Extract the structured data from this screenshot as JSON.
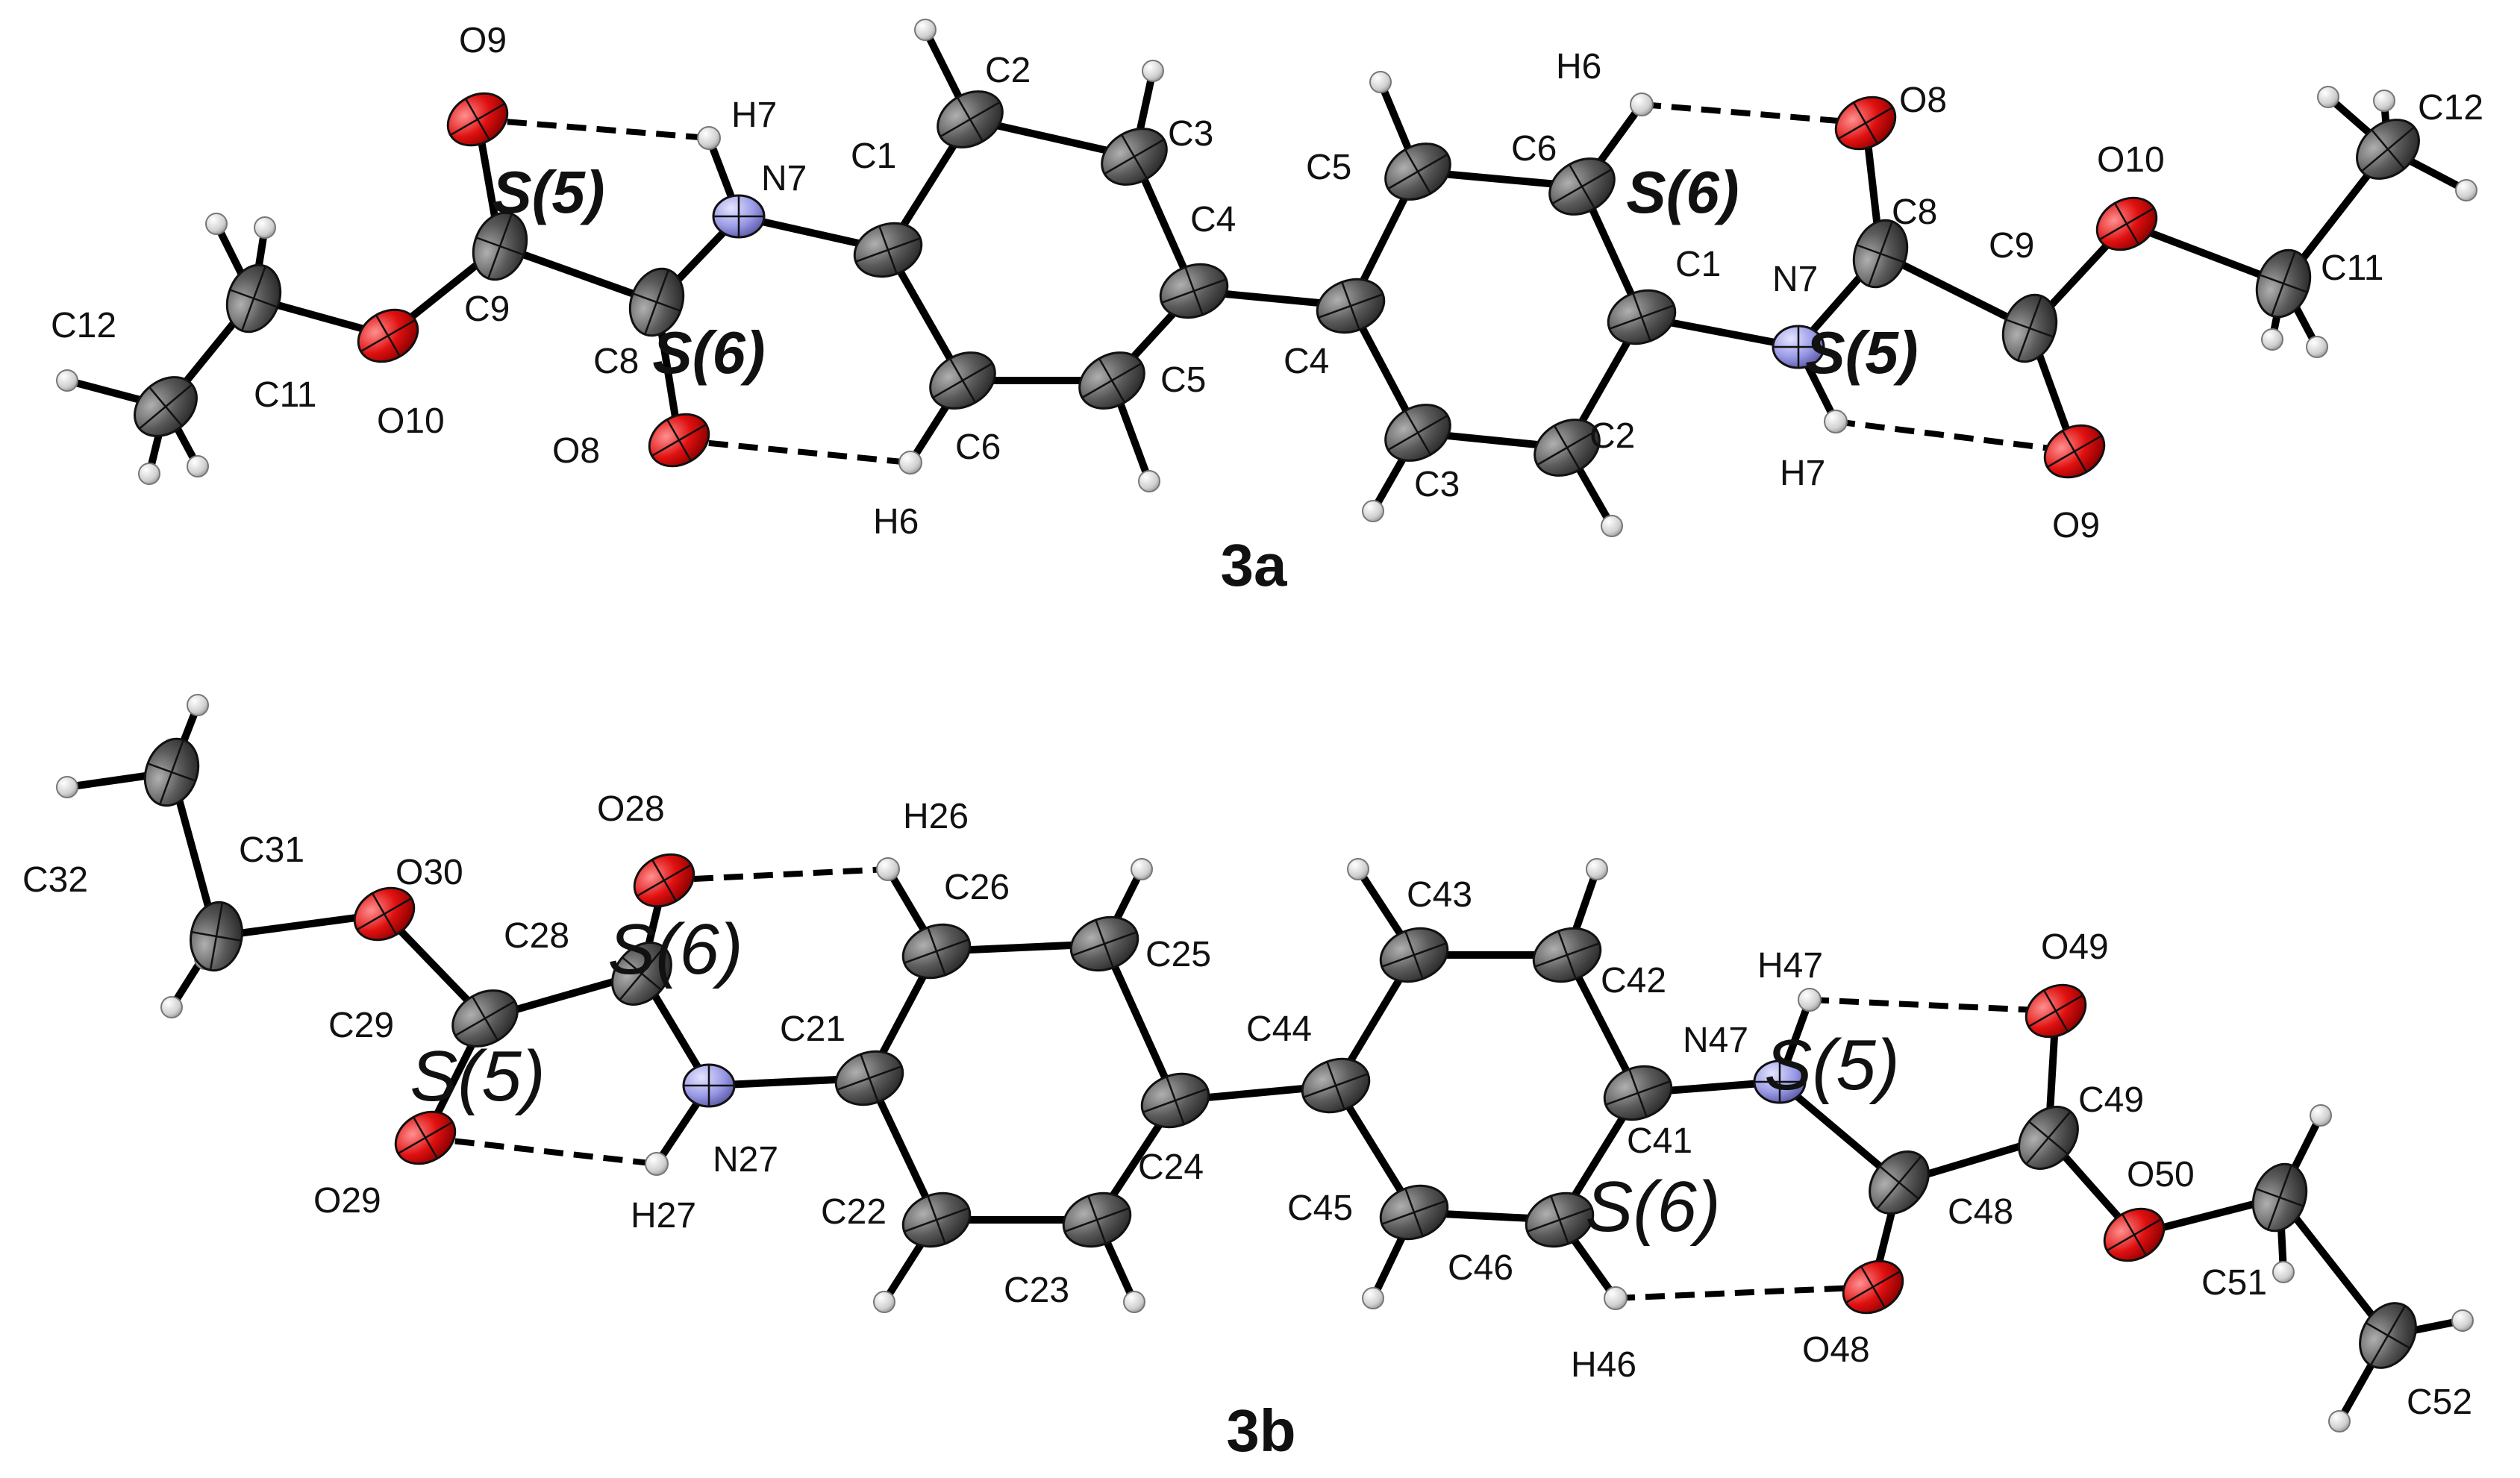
{
  "figure": {
    "structures": [
      {
        "label": "3a",
        "atoms": [
          {
            "id": "a_C12L",
            "el": "C",
            "label": "C12"
          },
          {
            "id": "a_C11L",
            "el": "C",
            "label": "C11"
          },
          {
            "id": "a_O10L",
            "el": "O",
            "label": "O10"
          },
          {
            "id": "a_C9L",
            "el": "C",
            "label": "C9"
          },
          {
            "id": "a_O9L",
            "el": "O",
            "label": "O9"
          },
          {
            "id": "a_C8L",
            "el": "C",
            "label": "C8"
          },
          {
            "id": "a_O8L",
            "el": "O",
            "label": "O8"
          },
          {
            "id": "a_N7L",
            "el": "N",
            "label": "N7"
          },
          {
            "id": "a_H7L",
            "el": "H",
            "label": "H7"
          },
          {
            "id": "a_C1L",
            "el": "C",
            "label": "C1"
          },
          {
            "id": "a_C2L",
            "el": "C",
            "label": "C2"
          },
          {
            "id": "a_C3L",
            "el": "C",
            "label": "C3"
          },
          {
            "id": "a_C4L",
            "el": "C",
            "label": "C4"
          },
          {
            "id": "a_C5L",
            "el": "C",
            "label": "C5"
          },
          {
            "id": "a_C6L",
            "el": "C",
            "label": "C6"
          },
          {
            "id": "a_H6L",
            "el": "H",
            "label": "H6"
          },
          {
            "id": "a_C4R",
            "el": "C",
            "label": "C4"
          },
          {
            "id": "a_C5R",
            "el": "C",
            "label": "C5"
          },
          {
            "id": "a_C6R",
            "el": "C",
            "label": "C6"
          },
          {
            "id": "a_H6R",
            "el": "H",
            "label": "H6"
          },
          {
            "id": "a_C1R",
            "el": "C",
            "label": "C1"
          },
          {
            "id": "a_C2R",
            "el": "C",
            "label": "C2"
          },
          {
            "id": "a_C3R",
            "el": "C",
            "label": "C3"
          },
          {
            "id": "a_N7R",
            "el": "N",
            "label": "N7"
          },
          {
            "id": "a_H7R",
            "el": "H",
            "label": "H7"
          },
          {
            "id": "a_C8R",
            "el": "C",
            "label": "C8"
          },
          {
            "id": "a_O8R",
            "el": "O",
            "label": "O8"
          },
          {
            "id": "a_C9R",
            "el": "C",
            "label": "C9"
          },
          {
            "id": "a_O9R",
            "el": "O",
            "label": "O9"
          },
          {
            "id": "a_O10R",
            "el": "O",
            "label": "O10"
          },
          {
            "id": "a_C11R",
            "el": "C",
            "label": "C11"
          },
          {
            "id": "a_C12R",
            "el": "C",
            "label": "C12"
          }
        ],
        "motifs": [
          {
            "id": "m_a1",
            "text": "S(5)"
          },
          {
            "id": "m_a2",
            "text": "S(6)"
          },
          {
            "id": "m_a3",
            "text": "S(6)"
          },
          {
            "id": "m_a4",
            "text": "S(5)"
          }
        ]
      },
      {
        "label": "3b",
        "atoms": [
          {
            "id": "b_C32",
            "el": "C",
            "label": "C32"
          },
          {
            "id": "b_C31",
            "el": "C",
            "label": "C31"
          },
          {
            "id": "b_O30",
            "el": "O",
            "label": "O30"
          },
          {
            "id": "b_C29",
            "el": "C",
            "label": "C29"
          },
          {
            "id": "b_O29",
            "el": "O",
            "label": "O29"
          },
          {
            "id": "b_C28",
            "el": "C",
            "label": "C28"
          },
          {
            "id": "b_O28",
            "el": "O",
            "label": "O28"
          },
          {
            "id": "b_N27",
            "el": "N",
            "label": "N27"
          },
          {
            "id": "b_H27",
            "el": "H",
            "label": "H27"
          },
          {
            "id": "b_C21",
            "el": "C",
            "label": "C21"
          },
          {
            "id": "b_C22",
            "el": "C",
            "label": "C22"
          },
          {
            "id": "b_C23",
            "el": "C",
            "label": "C23"
          },
          {
            "id": "b_C24",
            "el": "C",
            "label": "C24"
          },
          {
            "id": "b_C25",
            "el": "C",
            "label": "C25"
          },
          {
            "id": "b_C26",
            "el": "C",
            "label": "C26"
          },
          {
            "id": "b_H26",
            "el": "H",
            "label": "H26"
          },
          {
            "id": "b_C44",
            "el": "C",
            "label": "C44"
          },
          {
            "id": "b_C43",
            "el": "C",
            "label": "C43"
          },
          {
            "id": "b_C42",
            "el": "C",
            "label": "C42"
          },
          {
            "id": "b_C41",
            "el": "C",
            "label": "C41"
          },
          {
            "id": "b_C46",
            "el": "C",
            "label": "C46"
          },
          {
            "id": "b_C45",
            "el": "C",
            "label": "C45"
          },
          {
            "id": "b_H46",
            "el": "H",
            "label": "H46"
          },
          {
            "id": "b_N47",
            "el": "N",
            "label": "N47"
          },
          {
            "id": "b_H47",
            "el": "H",
            "label": "H47"
          },
          {
            "id": "b_C48",
            "el": "C",
            "label": "C48"
          },
          {
            "id": "b_O48",
            "el": "O",
            "label": "O48"
          },
          {
            "id": "b_C49",
            "el": "C",
            "label": "C49"
          },
          {
            "id": "b_O49",
            "el": "O",
            "label": "O49"
          },
          {
            "id": "b_O50",
            "el": "O",
            "label": "O50"
          },
          {
            "id": "b_C51",
            "el": "C",
            "label": "C51"
          },
          {
            "id": "b_C52",
            "el": "C",
            "label": "C52"
          }
        ],
        "motifs": [
          {
            "id": "m_b1",
            "text": "S(6)"
          },
          {
            "id": "m_b2",
            "text": "S(5)"
          },
          {
            "id": "m_b3",
            "text": "S(5)"
          },
          {
            "id": "m_b4",
            "text": "S(6)"
          }
        ]
      }
    ],
    "colors": {
      "carbon": "#5a5a5a",
      "oxygen": "#e01010",
      "nitrogen": "#9a9ae6",
      "hydrogen": "#d8d8d8",
      "bond": "#000000"
    }
  }
}
